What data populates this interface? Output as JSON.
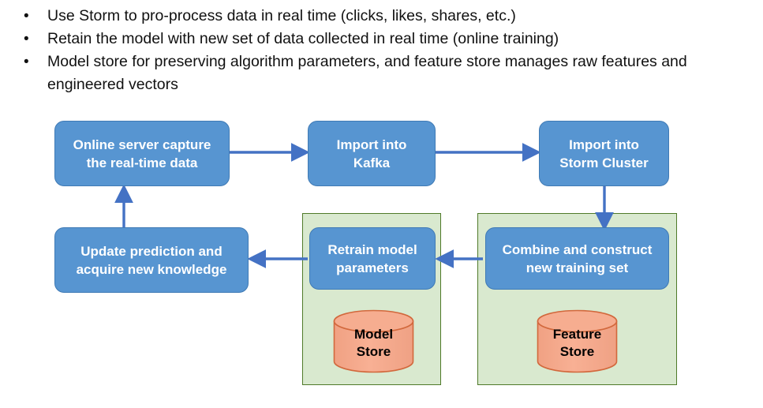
{
  "slide": {
    "background_color": "#ffffff",
    "bullets": [
      "Use Storm to pro-process data in real time (clicks, likes, shares, etc.)",
      "Retain the model with new set of data collected in real time (online training)",
      "Model store for preserving algorithm parameters, and feature store manages raw features and engineered vectors"
    ],
    "bullet_marker": "•"
  },
  "diagram": {
    "colors": {
      "process_fill": "#5795d1",
      "process_border": "#3f7ab5",
      "process_text": "#ffffff",
      "panel_fill": "#d9e9cf",
      "panel_border": "#4f7a29",
      "store_fill": "#f4a98a",
      "store_border": "#d2683c",
      "store_text": "#000000",
      "arrow": "#4472c4"
    },
    "processes": [
      {
        "id": "online-server-capture",
        "line1": "Online server capture",
        "line2": "the real-time data"
      },
      {
        "id": "import-into-kafka",
        "line1": "Import into",
        "line2": "Kafka"
      },
      {
        "id": "import-into-storm-cluster",
        "line1": "Import into",
        "line2": "Storm Cluster"
      },
      {
        "id": "update-prediction",
        "line1": "Update prediction and",
        "line2": "acquire new knowledge"
      },
      {
        "id": "retrain-model-parameters",
        "line1": "Retrain model",
        "line2": "parameters"
      },
      {
        "id": "combine-and-construct",
        "line1": "Combine and construct",
        "line2": "new training set"
      }
    ],
    "stores": [
      {
        "id": "model-store",
        "line1": "Model",
        "line2": "Store"
      },
      {
        "id": "feature-store",
        "line1": "Feature",
        "line2": "Store"
      }
    ]
  }
}
